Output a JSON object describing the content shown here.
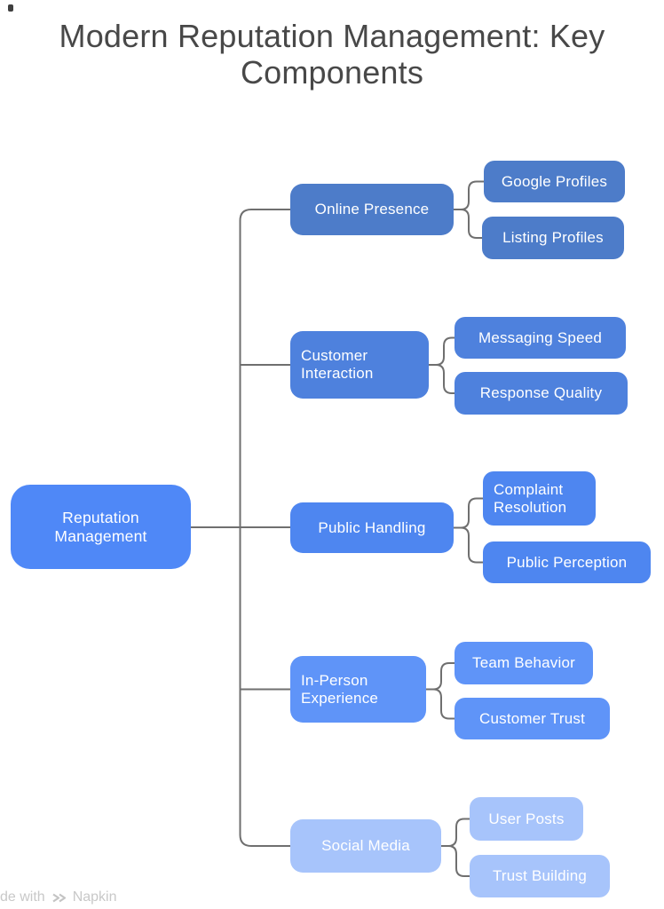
{
  "title": "Modern Reputation Management: Key Components",
  "root": {
    "label": "Reputation Management",
    "color": "#4f88f7"
  },
  "branches": [
    {
      "label": "Online Presence",
      "color": "#4d7cc9",
      "children": [
        {
          "label": "Google Profiles"
        },
        {
          "label": "Listing Profiles"
        }
      ]
    },
    {
      "label": "Customer Interaction",
      "color": "#4e81dd",
      "children": [
        {
          "label": "Messaging Speed"
        },
        {
          "label": "Response Quality"
        }
      ]
    },
    {
      "label": "Public Handling",
      "color": "#4e86f0",
      "children": [
        {
          "label": "Complaint Resolution"
        },
        {
          "label": "Public Perception"
        }
      ]
    },
    {
      "label": "In-Person Experience",
      "color": "#5f94f8",
      "children": [
        {
          "label": "Team Behavior"
        },
        {
          "label": "Customer Trust"
        }
      ]
    },
    {
      "label": "Social Media",
      "color": "#a7c4fb",
      "children": [
        {
          "label": "User Posts"
        },
        {
          "label": "Trust Building"
        }
      ]
    }
  ],
  "watermark": {
    "prefix": "de with",
    "brand": "Napkin"
  },
  "colors": {
    "connector": "#6f6f6f",
    "title_text": "#484848",
    "node_text": "#ffffff",
    "watermark_text": "#c8c8c8"
  }
}
